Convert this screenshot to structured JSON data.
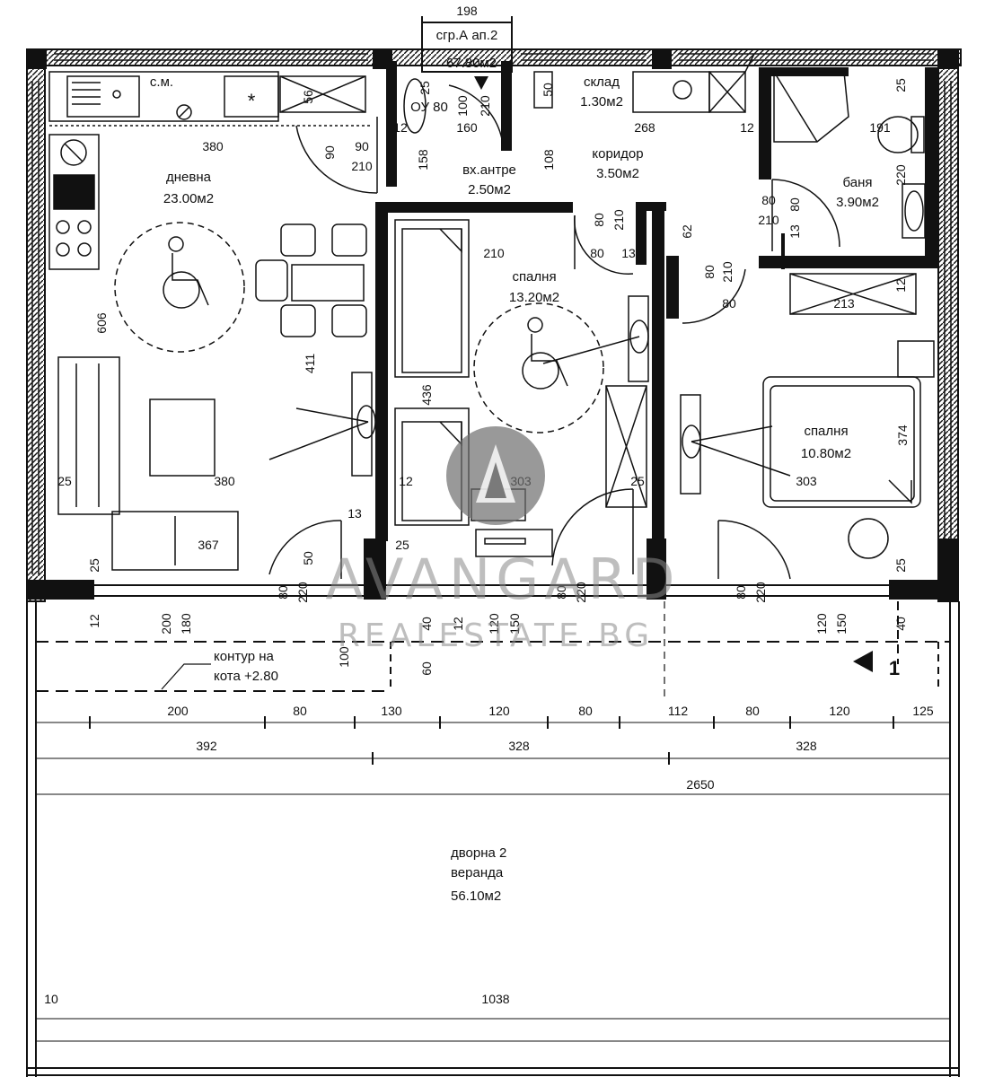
{
  "header": {
    "label": "сгр.А ап.2",
    "area": "67.80м2",
    "top_dim": "198"
  },
  "rooms": {
    "living": {
      "name": "дневна",
      "area": "23.00м2"
    },
    "entry": {
      "name": "вх.антре",
      "area": "2.50м2"
    },
    "corridor": {
      "name": "коридор",
      "area": "3.50м2"
    },
    "storage": {
      "name": "склад",
      "area": "1.30м2"
    },
    "bath": {
      "name": "баня",
      "area": "3.90м2"
    },
    "bedroom1": {
      "name": "спалня",
      "area": "13.20м2"
    },
    "bedroom2": {
      "name": "спалня",
      "area": "10.80м2"
    },
    "veranda": {
      "line1": "дворна 2",
      "line2": "веранда",
      "area": "56.10м2"
    }
  },
  "labels": {
    "wc": "с.м.",
    "star": "*",
    "contour_line1": "контур на",
    "contour_line2": "кота +2.80",
    "section_mark": "1",
    "shaft": "ОУ 80"
  },
  "dims": {
    "d380a": "380",
    "d380b": "380",
    "d606": "606",
    "d411": "411",
    "d436": "436",
    "d374": "374",
    "d367": "367",
    "d303a": "303",
    "d303b": "303",
    "d268": "268",
    "d191": "191",
    "d160": "160",
    "d158": "158",
    "d108": "108",
    "d210top": "210",
    "d210b": "210",
    "d213": "213",
    "d220": "220",
    "d62": "62",
    "d90a": "90",
    "d90b": "90",
    "d210c": "210",
    "d100": "100",
    "d56": "56",
    "d50": "50",
    "d25a": "25",
    "d25b": "25",
    "d25c": "25",
    "d25d": "25",
    "d25e": "25",
    "d12a": "12",
    "d12b": "12",
    "d12c": "12",
    "d12d": "12",
    "d80a": "80",
    "d80b": "80",
    "d80c": "80",
    "d80d": "80",
    "d80e": "80",
    "d13a": "13",
    "d13b": "13",
    "d13c": "13",
    "d200a": "200",
    "d180": "180",
    "d120a": "120",
    "d150a": "150",
    "d120b": "120",
    "d150b": "150",
    "d40a": "40",
    "d40b": "40",
    "d60": "60",
    "d100b": "100"
  },
  "dimension_rows": {
    "row1": [
      "200",
      "80",
      "130",
      "120",
      "80",
      "112",
      "80",
      "120",
      "125"
    ],
    "row2": [
      "392",
      "328",
      "328"
    ],
    "overall": "2650",
    "bottom": "1038",
    "bottom_left": "10"
  },
  "watermark": {
    "line1": "AVANGARD",
    "line2": "REALESTATE.BG"
  }
}
